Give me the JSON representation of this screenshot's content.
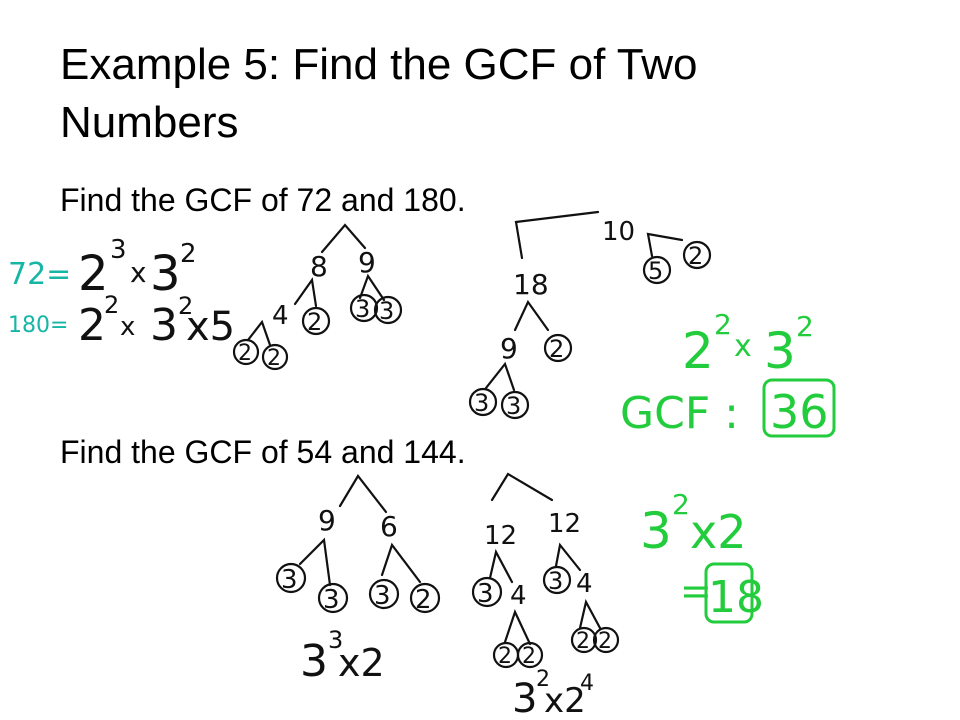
{
  "slide": {
    "title": "Example 5: Find the GCF of Two Numbers",
    "problems": [
      {
        "text": "Find the GCF of 72 and 180."
      },
      {
        "text": "Find the GCF of 54 and 144."
      }
    ]
  },
  "handwriting": {
    "problem1": {
      "label_72": "72=",
      "label_180": "180=",
      "f72_base1": "2",
      "f72_exp1": "3",
      "f72_times": "x",
      "f72_base2": "3",
      "f72_exp2": "2",
      "f180_base1": "2",
      "f180_exp1": "2",
      "f180_times": "x",
      "f180_base2": "3",
      "f180_exp2": "2",
      "f180_tail": "x5",
      "tree72": {
        "n8": "8",
        "n9": "9",
        "n4": "4",
        "c2a": "2",
        "c3a": "3",
        "c3b": "3",
        "c2b": "2",
        "c2c": "2"
      },
      "tree180": {
        "n10": "10",
        "c5": "5",
        "c2": "2",
        "n18": "18",
        "n9": "9",
        "c2b": "2",
        "c3a": "3",
        "c3b": "3"
      },
      "common_base1": "2",
      "common_exp1": "2",
      "common_times": "x",
      "common_base2": "3",
      "common_exp2": "2",
      "gcf_label": "GCF :",
      "gcf_value": "36"
    },
    "problem2": {
      "tree54": {
        "n9": "9",
        "n6": "6",
        "c3a": "3",
        "c3b": "3",
        "c3c": "3",
        "c2": "2"
      },
      "prod54_base": "3",
      "prod54_exp": "3",
      "prod54_tail": "x2",
      "tree144": {
        "n12a": "12",
        "n12b": "12",
        "c3a": "3",
        "n4a": "4",
        "c3b": "3",
        "n4b": "4",
        "c2a": "2",
        "c2b": "2",
        "c2c": "2",
        "c2d": "2"
      },
      "prod144_base": "3",
      "prod144_exp": "2",
      "prod144_tail": "x2",
      "prod144_tailexp": "4",
      "common_base": "3",
      "common_exp": "2",
      "common_tail": "x2",
      "eq": "=",
      "gcf_value": "18"
    },
    "colors": {
      "ink": "#111111",
      "teal": "#16b6a6",
      "green": "#22cc3c"
    }
  }
}
